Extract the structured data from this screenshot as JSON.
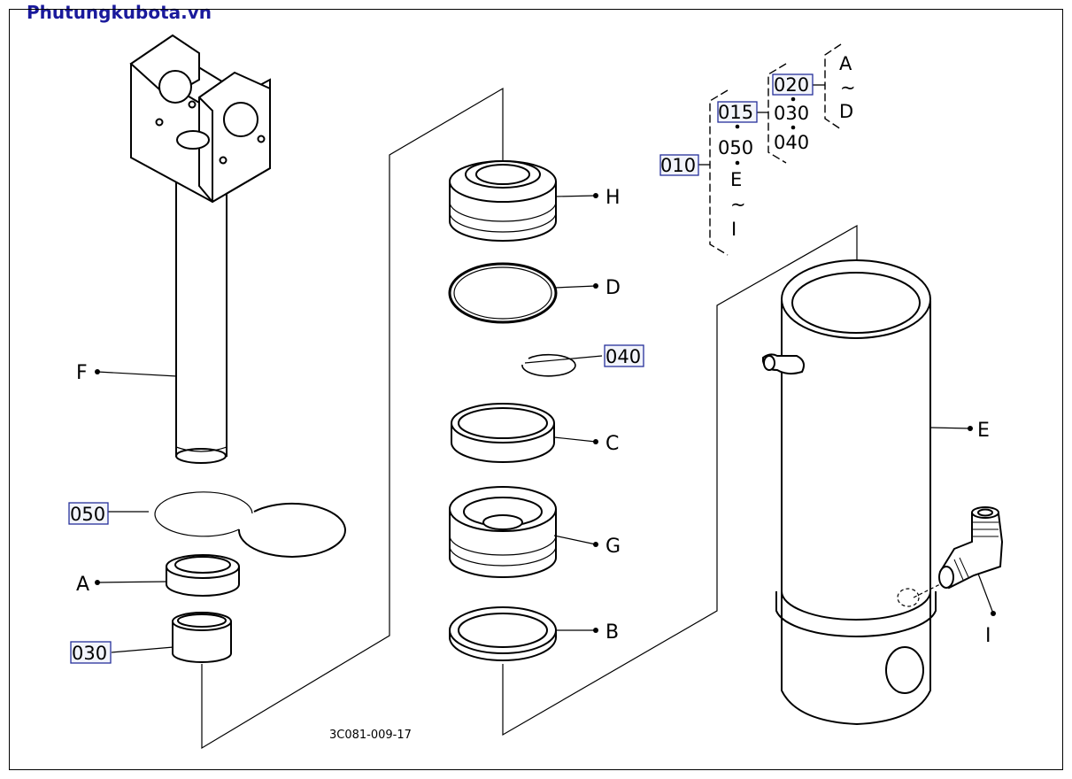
{
  "watermark": "Phutungkubota.vn",
  "drawing_number": "3C081-009-17",
  "colors": {
    "watermark": "#1a1a9c",
    "code_box_border": "#25309a",
    "line": "#000000"
  },
  "callouts": {
    "F": "F",
    "A": "A",
    "H": "H",
    "D": "D",
    "C": "C",
    "G": "G",
    "B": "B",
    "E": "E",
    "I": "I",
    "p050": "050",
    "p030": "030",
    "p040": "040"
  },
  "tree": {
    "root": "010",
    "level1": [
      "015",
      "050",
      "E",
      "~",
      "I"
    ],
    "level2": [
      "020",
      "030",
      "040"
    ],
    "level3": [
      "A",
      "~",
      "D"
    ]
  }
}
